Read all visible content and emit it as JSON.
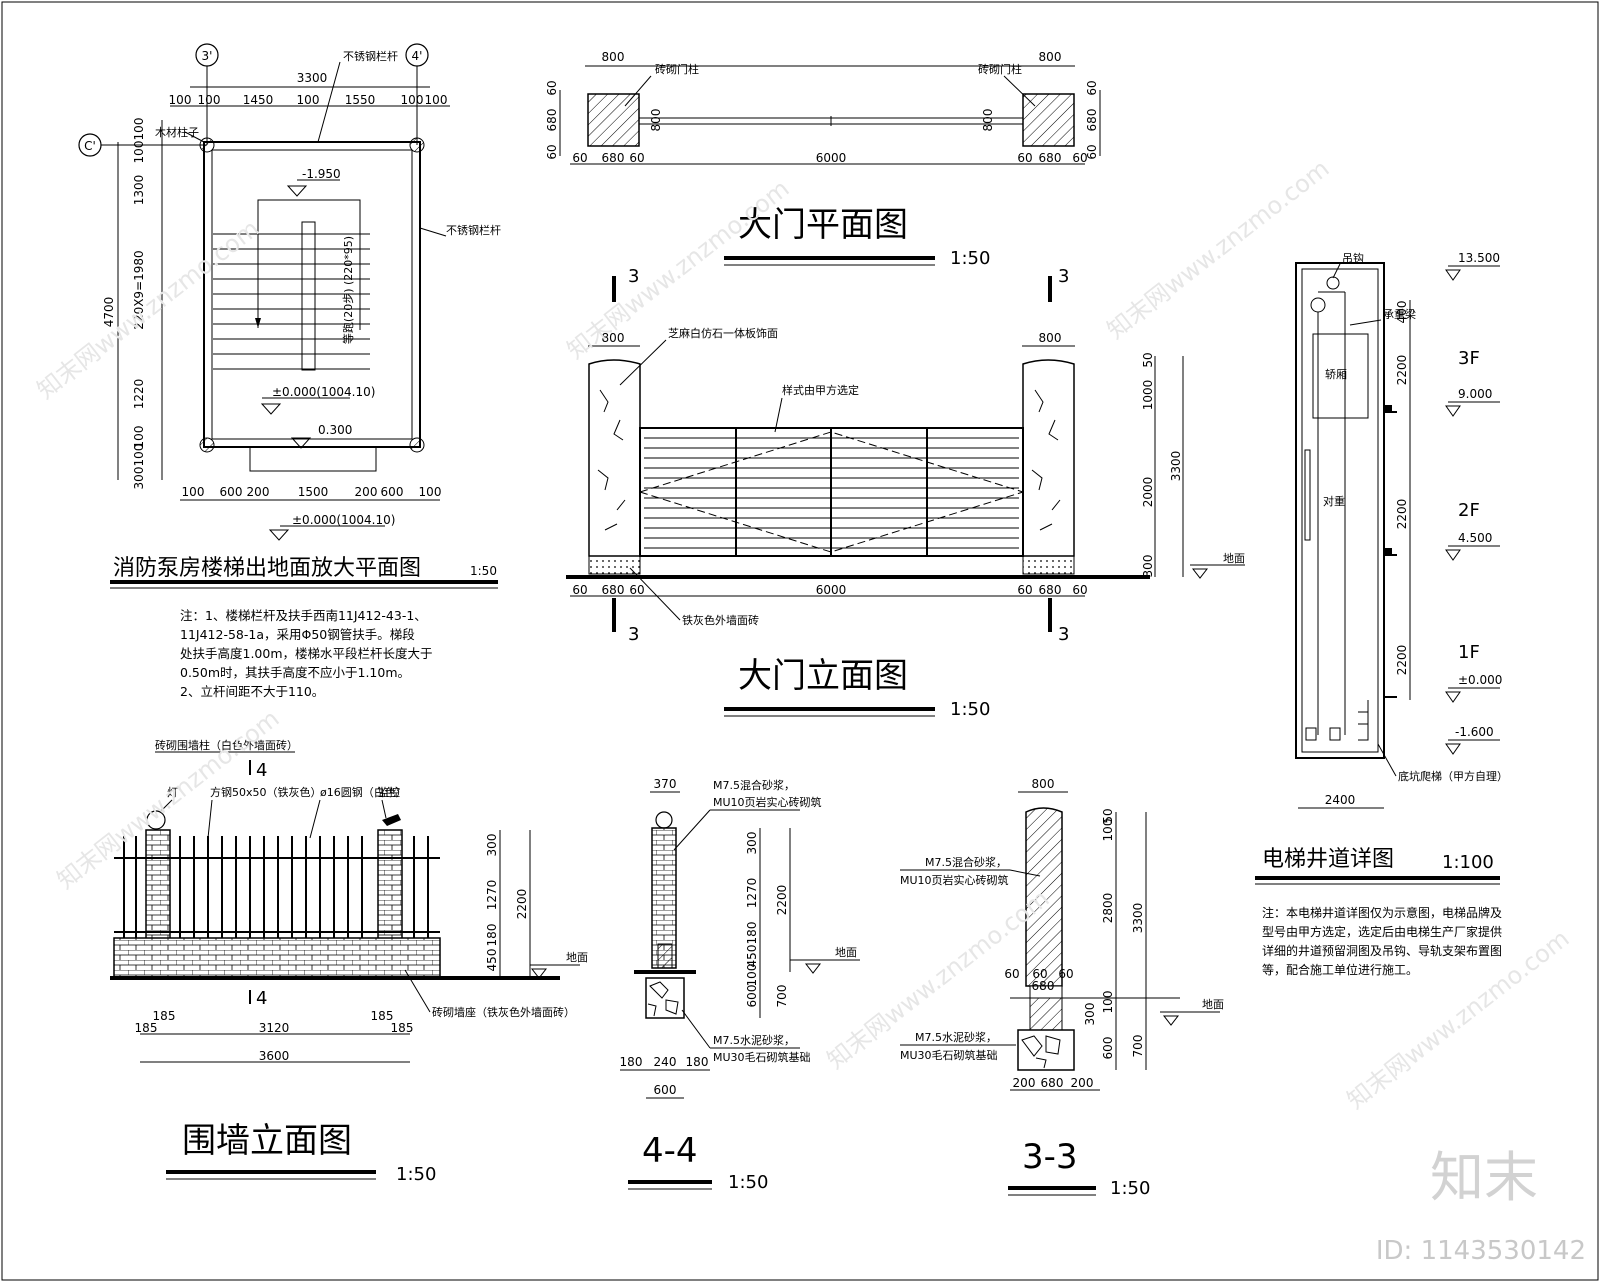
{
  "stair_plan": {
    "title": "消防泵房楼梯出地面放大平面图",
    "scale": "1:50",
    "axis_left": "3'",
    "axis_right": "4'",
    "axis_row": "C'",
    "label_post": "木材柱子",
    "label_rail_top": "不锈钢栏杆",
    "label_rail_right": "不锈钢栏杆",
    "dim_total": "3300",
    "dims_top": [
      "100",
      "100",
      "1450",
      "100",
      "1550",
      "100",
      "100"
    ],
    "dims_bottom": [
      "100",
      "600",
      "200",
      "1500",
      "200",
      "600",
      "100"
    ],
    "dims_left": [
      "100",
      "100",
      "1300",
      "220X9=1980",
      "1220",
      "100",
      "100",
      "300"
    ],
    "dim_height": "4700",
    "level_low": "-1.950",
    "level_floor": "±0.000(1004.10)",
    "level_step": "0.300",
    "level_ground": "±0.000(1004.10)",
    "stair_note": "等跑(20步) (220*95)",
    "notes": "注：1、楼梯栏杆及扶手西南11J412-43-1、\n11J412-58-1a，采用Φ50钢管扶手。梯段\n处扶手高度1.00m，楼梯水平段栏杆长度大于\n0.50m时，其扶手高度不应小于1.10m。\n2、立杆间距不大于110。"
  },
  "gate_plan": {
    "title": "大门平面图",
    "scale": "1:50",
    "label_pillar_left": "砖砌门柱",
    "label_pillar_right": "砖砌门柱",
    "dim_pillar": "800",
    "dim_side": "60",
    "dim_inner": "680",
    "dim_span": "6000"
  },
  "gate_elev": {
    "title": "大门立面图",
    "scale": "1:50",
    "section_mark": "3",
    "label_stone": "芝麻白仿石一体板饰面",
    "label_style": "样式由甲方选定",
    "label_tile": "铁灰色外墙面砖",
    "label_ground": "地面",
    "dims_right": [
      "50",
      "1000",
      "2000",
      "300"
    ],
    "dim_total": "3300",
    "dim_pillar": "800",
    "dim_side": "60",
    "dim_inner": "680",
    "dim_span": "6000"
  },
  "elevator": {
    "title": "电梯井道详图",
    "scale": "1:100",
    "label_hook": "吊钩",
    "label_beam": "承重梁",
    "label_car": "轿厢",
    "label_counter": "对重",
    "label_pit": "底坑爬梯（甲方自理）",
    "levels": [
      "13.500",
      "9.000",
      "4.500",
      "±0.000",
      "-1.600"
    ],
    "floors": [
      "3F",
      "2F",
      "1F"
    ],
    "dims": [
      "400",
      "2200",
      "2200",
      "2200"
    ],
    "dim_width": "2400",
    "notes": "注：本电梯井道详图仅为示意图，电梯品牌及\n型号由甲方选定，选定后由电梯生产厂家提供\n详细的井道预留洞图及吊钩、导轨支架布置图\n等，配合施工单位进行施工。"
  },
  "fence": {
    "title": "围墙立面图",
    "scale": "1:50",
    "label_post": "砖砌围墙柱（白色外墙面砖）",
    "label_lamp": "灯",
    "label_steel": "方钢50x50（铁灰色）",
    "label_round": "ø16圆钢（白色）",
    "label_camera": "监控",
    "label_base": "砖砌墙座（铁灰色外墙面砖）",
    "label_ground": "地面",
    "section_mark": "4",
    "dims_right": [
      "300",
      "1270",
      "180",
      "450"
    ],
    "dim_total": "2200",
    "dims_bottom": [
      "185",
      "185",
      "3120",
      "185",
      "185"
    ],
    "dim_width": "3600"
  },
  "section44": {
    "title": "4-4",
    "scale": "1:50",
    "label_mortar": "M7.5混合砂浆，",
    "label_brick": "MU10页岩实心砖砌筑",
    "label_base_mortar": "M7.5水泥砂浆，",
    "label_base_stone": "MU30毛石砌筑基础",
    "label_ground": "地面",
    "dim_top": "370",
    "dims_right": [
      "300",
      "1270",
      "180",
      "450",
      "100",
      "600"
    ],
    "dim_total": "2200",
    "dim_found": "700",
    "dims_bottom": [
      "180",
      "240",
      "180"
    ],
    "dim_width": "600"
  },
  "section33": {
    "title": "3-3",
    "scale": "1:50",
    "label_mortar": "M7.5混合砂浆，",
    "label_brick": "MU10页岩实心砖砌筑",
    "label_base_mortar": "M7.5水泥砂浆，",
    "label_base_stone": "MU30毛石砌筑基础",
    "label_ground": "地面",
    "dim_top": "800",
    "dims_mid": [
      "60",
      "680",
      "60"
    ],
    "dims_right": [
      "50",
      "100",
      "2800",
      "300",
      "100",
      "600"
    ],
    "dim_total": "3300",
    "dim_found": "700",
    "dims_bottom": [
      "200",
      "680",
      "200"
    ]
  },
  "watermark": {
    "logo": "知末",
    "id": "ID: 1143530142",
    "text": "知末网www.znzmo.com"
  }
}
